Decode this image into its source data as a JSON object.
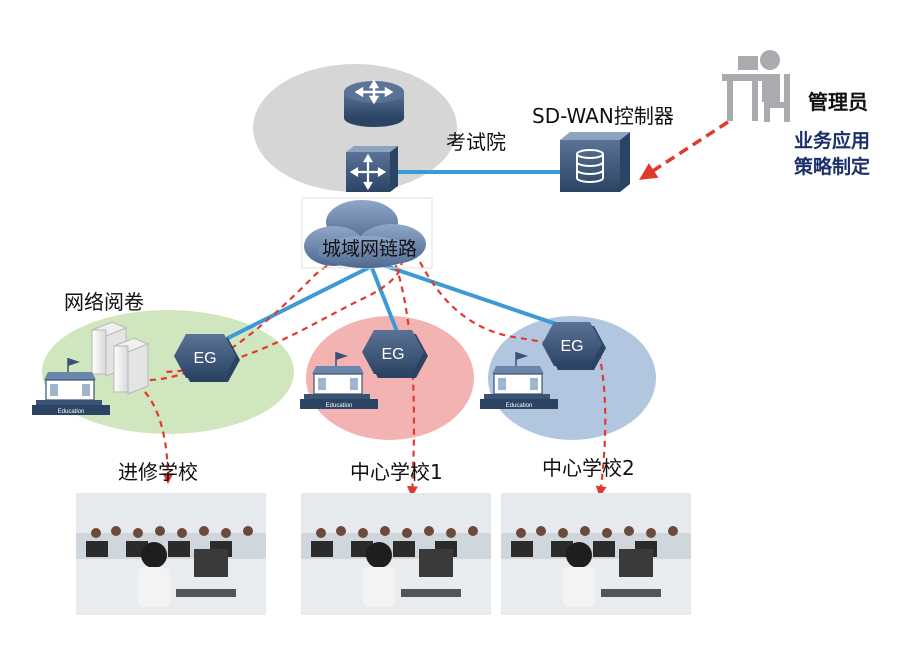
{
  "labels": {
    "controller": "SD-WAN控制器",
    "exam_institute": "考试院",
    "metro_link": "城域网链路",
    "online_marking": "网络阅卷",
    "admin": "管理员",
    "business_policy_line1": "业务应用",
    "business_policy_line2": "策略制定",
    "school_advanced": "进修学校",
    "school_center1": "中心学校1",
    "school_center2": "中心学校2"
  },
  "devices": {
    "eg_label": "EG",
    "education_label": "Education"
  },
  "colors": {
    "link_blue": "#3d9ad6",
    "dashed_red": "#e03a2c",
    "device_navy": "#3a5375",
    "admin_text": "#1b2f6b",
    "core_gray": "#d6d6d6",
    "green_site": "#cfe6bf",
    "red_site": "#f4b3b3",
    "blue_site": "#b3c6e0"
  }
}
